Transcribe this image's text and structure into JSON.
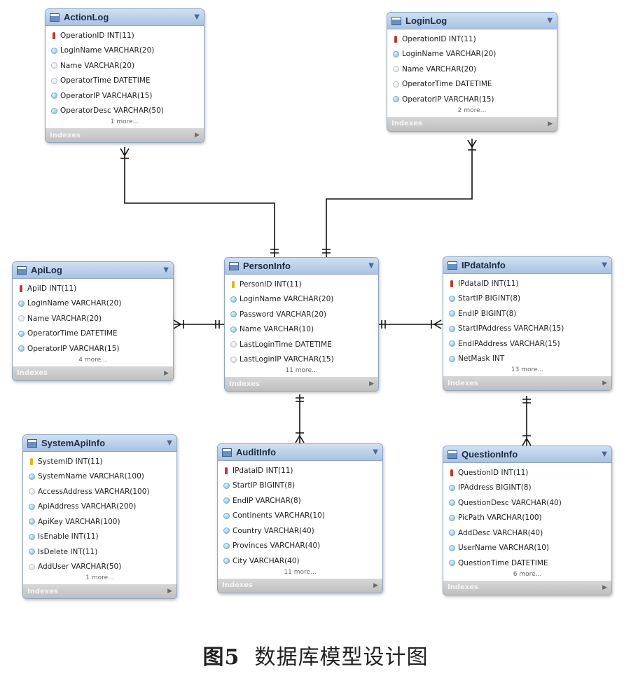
{
  "caption": {
    "figure_no": "图5",
    "text": "数据库模型设计图"
  },
  "footer_label": "Indexes",
  "entities": [
    {
      "id": "actionlog",
      "name": "ActionLog",
      "more": "1 more...",
      "columns": [
        {
          "icon": "key-red",
          "text": "OperationID INT(11)"
        },
        {
          "icon": "dot",
          "text": "LoginName VARCHAR(20)"
        },
        {
          "icon": "dot-empty",
          "text": "Name VARCHAR(20)"
        },
        {
          "icon": "dot-empty",
          "text": "OperatorTime DATETIME"
        },
        {
          "icon": "dot",
          "text": "OperatorIP VARCHAR(15)"
        },
        {
          "icon": "dot",
          "text": "OperatorDesc VARCHAR(50)"
        }
      ]
    },
    {
      "id": "loginlog",
      "name": "LoginLog",
      "more": "2 more...",
      "columns": [
        {
          "icon": "key-red",
          "text": "OperationID INT(11)"
        },
        {
          "icon": "dot",
          "text": "LoginName VARCHAR(20)"
        },
        {
          "icon": "dot-empty",
          "text": "Name VARCHAR(20)"
        },
        {
          "icon": "dot-empty",
          "text": "OperatorTime DATETIME"
        },
        {
          "icon": "dot",
          "text": "OperatorIP VARCHAR(15)"
        }
      ]
    },
    {
      "id": "apilog",
      "name": "ApiLog",
      "more": "4 more...",
      "columns": [
        {
          "icon": "key-red",
          "text": "ApiID INT(11)"
        },
        {
          "icon": "dot",
          "text": "LoginName VARCHAR(20)"
        },
        {
          "icon": "dot-empty",
          "text": "Name VARCHAR(20)"
        },
        {
          "icon": "dot",
          "text": "OperatorTime DATETIME"
        },
        {
          "icon": "dot",
          "text": "OperatorIP VARCHAR(15)"
        }
      ]
    },
    {
      "id": "personinfo",
      "name": "PersonInfo",
      "more": "11 more...",
      "columns": [
        {
          "icon": "key-gold",
          "text": "PersonID INT(11)"
        },
        {
          "icon": "dot",
          "text": "LoginName VARCHAR(20)"
        },
        {
          "icon": "dot",
          "text": "Password VARCHAR(20)"
        },
        {
          "icon": "dot",
          "text": "Name VARCHAR(10)"
        },
        {
          "icon": "dot-empty",
          "text": "LastLoginTime DATETIME"
        },
        {
          "icon": "dot-empty",
          "text": "LastLoginIP VARCHAR(15)"
        }
      ]
    },
    {
      "id": "ipdatainfo",
      "name": "IPdataInfo",
      "more": "13 more...",
      "columns": [
        {
          "icon": "key-red",
          "text": "IPdataID INT(11)"
        },
        {
          "icon": "dot",
          "text": "StartIP BIGINT(8)"
        },
        {
          "icon": "dot",
          "text": "EndIP BIGINT(8)"
        },
        {
          "icon": "dot",
          "text": "StartIPAddress VARCHAR(15)"
        },
        {
          "icon": "dot",
          "text": "EndIPAddress VARCHAR(15)"
        },
        {
          "icon": "dot",
          "text": "NetMask INT"
        }
      ]
    },
    {
      "id": "systemapiinfo",
      "name": "SystemApiInfo",
      "more": "1 more...",
      "columns": [
        {
          "icon": "key-gold",
          "text": "SystemID INT(11)"
        },
        {
          "icon": "dot",
          "text": "SystemName VARCHAR(100)"
        },
        {
          "icon": "dot-empty",
          "text": "AccessAddress VARCHAR(100)"
        },
        {
          "icon": "dot",
          "text": "ApiAddress VARCHAR(200)"
        },
        {
          "icon": "dot",
          "text": "ApiKey VARCHAR(100)"
        },
        {
          "icon": "dot",
          "text": "IsEnable INT(11)"
        },
        {
          "icon": "dot",
          "text": "IsDelete INT(11)"
        },
        {
          "icon": "dot-empty",
          "text": "AddUser VARCHAR(50)"
        }
      ]
    },
    {
      "id": "auditinfo",
      "name": "AuditInfo",
      "more": "11 more...",
      "columns": [
        {
          "icon": "key-red",
          "text": "IPdataID INT(11)"
        },
        {
          "icon": "dot",
          "text": "StartIP BIGINT(8)"
        },
        {
          "icon": "dot",
          "text": "EndIP VARCHAR(8)"
        },
        {
          "icon": "dot",
          "text": "Continents VARCHAR(10)"
        },
        {
          "icon": "dot",
          "text": "Country VARCHAR(40)"
        },
        {
          "icon": "dot",
          "text": "Provinces VARCHAR(40)"
        },
        {
          "icon": "dot",
          "text": "City VARCHAR(40)"
        }
      ]
    },
    {
      "id": "questioninfo",
      "name": "QuestionInfo",
      "more": "6 more...",
      "columns": [
        {
          "icon": "key-red",
          "text": "QuestionID INT(11)"
        },
        {
          "icon": "dot",
          "text": "IPAddress BIGINT(8)"
        },
        {
          "icon": "dot",
          "text": "QuestionDesc VARCHAR(40)"
        },
        {
          "icon": "dot",
          "text": "PicPath VARCHAR(100)"
        },
        {
          "icon": "dot",
          "text": "AddDesc VARCHAR(40)"
        },
        {
          "icon": "dot",
          "text": "UserName VARCHAR(10)"
        },
        {
          "icon": "dot",
          "text": "QuestionTime DATETIME"
        }
      ]
    }
  ]
}
